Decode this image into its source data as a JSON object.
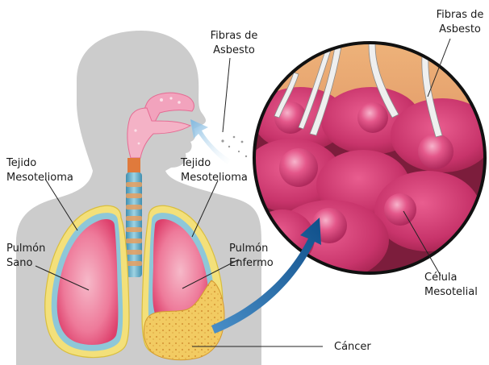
{
  "labels": {
    "asbestos_fibers_left": [
      "Fibras de",
      "Asbesto"
    ],
    "asbestos_fibers_right": [
      "Fibras de",
      "Asbesto"
    ],
    "mesothelioma_tissue_left": [
      "Tejido",
      "Mesotelioma"
    ],
    "mesothelioma_tissue_right": [
      "Tejido",
      "Mesotelioma"
    ],
    "healthy_lung": [
      "Pulmón",
      "Sano"
    ],
    "diseased_lung": [
      "Pulmón",
      "Enfermo"
    ],
    "mesothelial_cell": [
      "Célula",
      "Mesotelial"
    ],
    "cancer": "Cáncer"
  },
  "colors": {
    "head_silhouette": "#cfcfcf",
    "lung_fill": "#e8577f",
    "lung_pleura": "#f2e27a",
    "cell_fill": "#c9386d",
    "nucleus": "#d9487f",
    "background_magnifier": "#e7a36a",
    "arrow": "#1a5e9a",
    "tumor": "#f0c95a"
  }
}
